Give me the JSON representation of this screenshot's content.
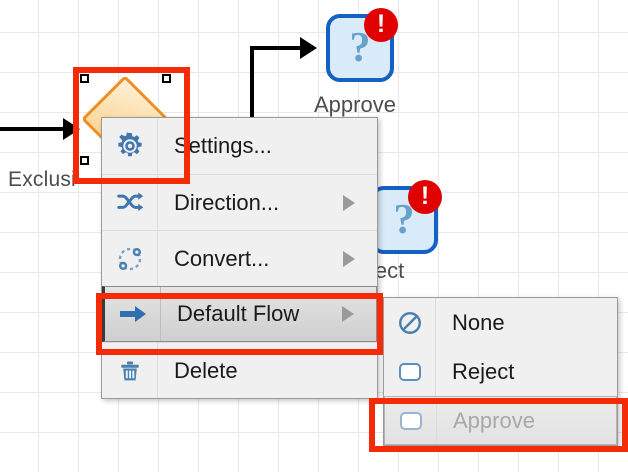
{
  "canvas": {
    "grid_size": 40,
    "grid_color": "#e8e8e8",
    "background": "#ffffff"
  },
  "diagram": {
    "gateway": {
      "label": "Exclusi",
      "shape": "diamond",
      "fill": "#fbe0ae",
      "stroke": "#ef8e21",
      "selected": true,
      "handles": 3
    },
    "nodes": [
      {
        "name": "approve-node",
        "label": "Approve",
        "glyph": "?",
        "badge": "!",
        "badge_color": "#e00000",
        "border_color": "#1560c4",
        "fill": "#d9eaf8"
      },
      {
        "name": "reject-node",
        "label": "ject",
        "glyph": "?",
        "badge": "!",
        "badge_color": "#e00000",
        "border_color": "#1560c4",
        "fill": "#d9eaf8"
      }
    ]
  },
  "context_menu": {
    "items": [
      {
        "label": "Settings...",
        "icon": "gear-icon",
        "submenu": false,
        "selected": false
      },
      {
        "label": "Direction...",
        "icon": "shuffle-icon",
        "submenu": true,
        "selected": false
      },
      {
        "label": "Convert...",
        "icon": "convert-icon",
        "submenu": true,
        "selected": false
      },
      {
        "label": "Default Flow",
        "icon": "arrow-right-icon",
        "submenu": true,
        "selected": true
      },
      {
        "label": "Delete",
        "icon": "trash-icon",
        "submenu": false,
        "selected": false
      }
    ]
  },
  "sub_menu": {
    "items": [
      {
        "label": "None",
        "icon": "no-entry-icon",
        "disabled": false,
        "highlighted": false
      },
      {
        "label": "Reject",
        "icon": "task-icon",
        "disabled": false,
        "highlighted": false
      },
      {
        "label": "Approve",
        "icon": "task-icon",
        "disabled": true,
        "highlighted": true
      }
    ]
  },
  "annotations": {
    "highlight_color": "#f42b06",
    "boxes": [
      {
        "name": "gateway-highlight",
        "label": ""
      },
      {
        "name": "default-flow-highlight",
        "label": ""
      },
      {
        "name": "approve-option-highlight",
        "label": ""
      }
    ]
  }
}
